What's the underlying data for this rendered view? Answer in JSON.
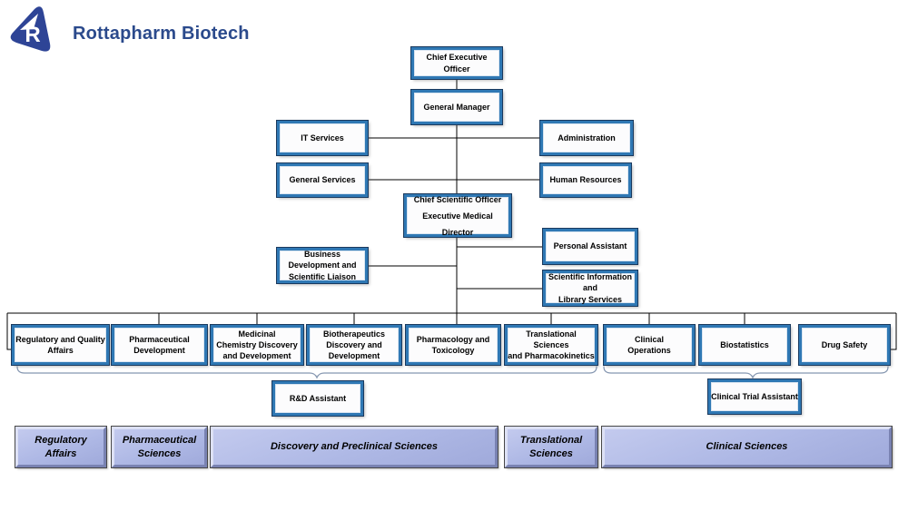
{
  "brand": {
    "name": "Rottapharm Biotech",
    "logo_letter": "R"
  },
  "colors": {
    "accent_text": "#2b4a8c",
    "box_border": "#2f78b4",
    "box_outline": "#1b3a5e",
    "group_fill": "#aeb8e5",
    "connector": "#000000",
    "bracket": "#8496b0",
    "logo_fill": "#2e4496"
  },
  "nodes": {
    "ceo": "Chief Executive Officer",
    "general_manager": "General Manager",
    "it_services": "IT Services",
    "administration": "Administration",
    "general_services": "General Services",
    "human_resources": "Human Resources",
    "cso": "Chief Scientific Officer\nExecutive Medical Director",
    "personal_assistant": "Personal Assistant",
    "business_development": "Business\nDevelopment and\nScientific Liaison",
    "scientific_information": "Scientific Information\nand\nLibrary Services",
    "rd_assistant": "R&D Assistant",
    "clinical_trial_assistant": "Clinical Trial Assistant"
  },
  "departments": [
    {
      "label": "Regulatory and Quality\nAffairs"
    },
    {
      "label": "Pharmaceutical\nDevelopment"
    },
    {
      "label": "Medicinal\nChemistry Discovery\nand Development"
    },
    {
      "label": "Biotherapeutics\nDiscovery and\nDevelopment"
    },
    {
      "label": "Pharmacology and\nToxicology"
    },
    {
      "label": "Translational Sciences\nand Pharmacokinetics"
    },
    {
      "label": "Clinical\nOperations"
    },
    {
      "label": "Biostatistics"
    },
    {
      "label": "Drug Safety"
    }
  ],
  "groups": [
    {
      "label": "Regulatory\nAffairs"
    },
    {
      "label": "Pharmaceutical\nSciences"
    },
    {
      "label": "Discovery and Preclinical Sciences"
    },
    {
      "label": "Translational\nSciences"
    },
    {
      "label": "Clinical Sciences"
    }
  ]
}
